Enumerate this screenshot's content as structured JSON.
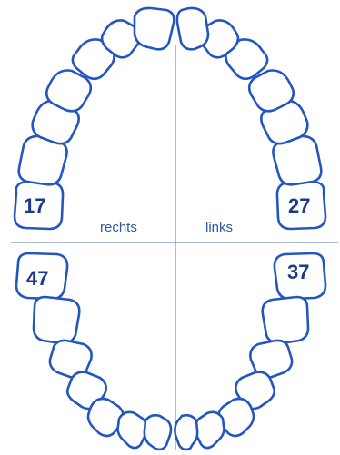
{
  "diagram": {
    "labels": {
      "right": "rechts",
      "left": "links"
    },
    "numbers": {
      "upper_right_molar": "17",
      "upper_left_molar": "27",
      "lower_right_molar": "47",
      "lower_left_molar": "37"
    },
    "colors": {
      "outline": "#2456c0",
      "numbers": "#1b3a8c",
      "labels": "#2f56a6",
      "axes": "#5a79b9"
    },
    "upper_arch_tooth_count": 14,
    "lower_arch_tooth_count": 14
  }
}
